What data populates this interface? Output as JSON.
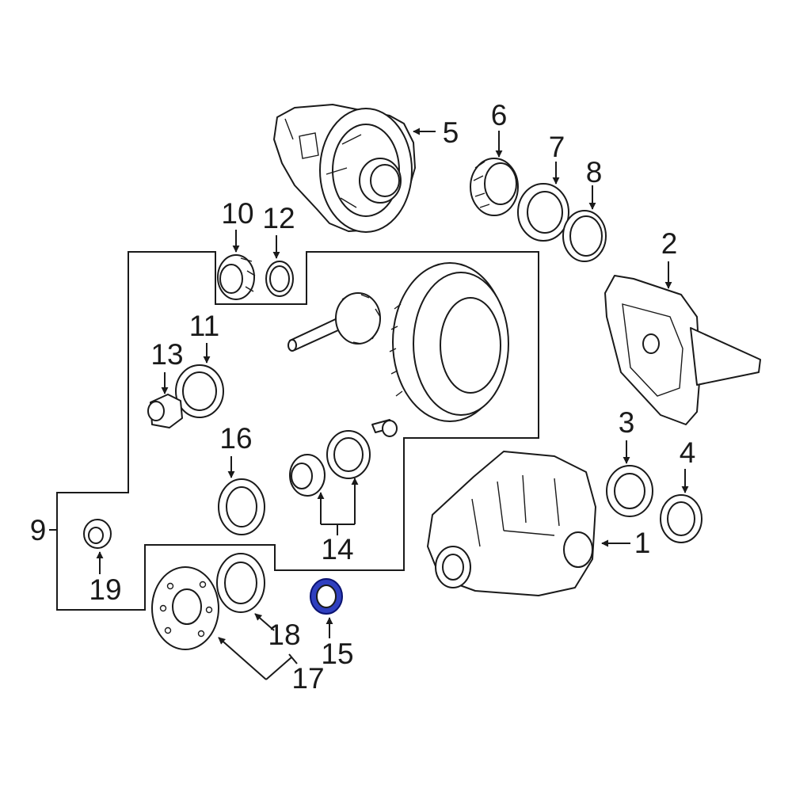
{
  "diagram": {
    "labels": {
      "p1": "1",
      "p2": "2",
      "p3": "3",
      "p4": "4",
      "p5": "5",
      "p6": "6",
      "p7": "7",
      "p8": "8",
      "p9": "9",
      "p10": "10",
      "p11": "11",
      "p12": "12",
      "p13": "13",
      "p14": "14",
      "p15": "15",
      "p16": "16",
      "p17": "17",
      "p18": "18",
      "p19": "19"
    },
    "colors": {
      "line": "#1a1a1a",
      "background": "#ffffff",
      "highlight_fill": "#2f3fbf",
      "highlight_stroke": "#0a1270"
    },
    "highlighted_part": "15"
  }
}
